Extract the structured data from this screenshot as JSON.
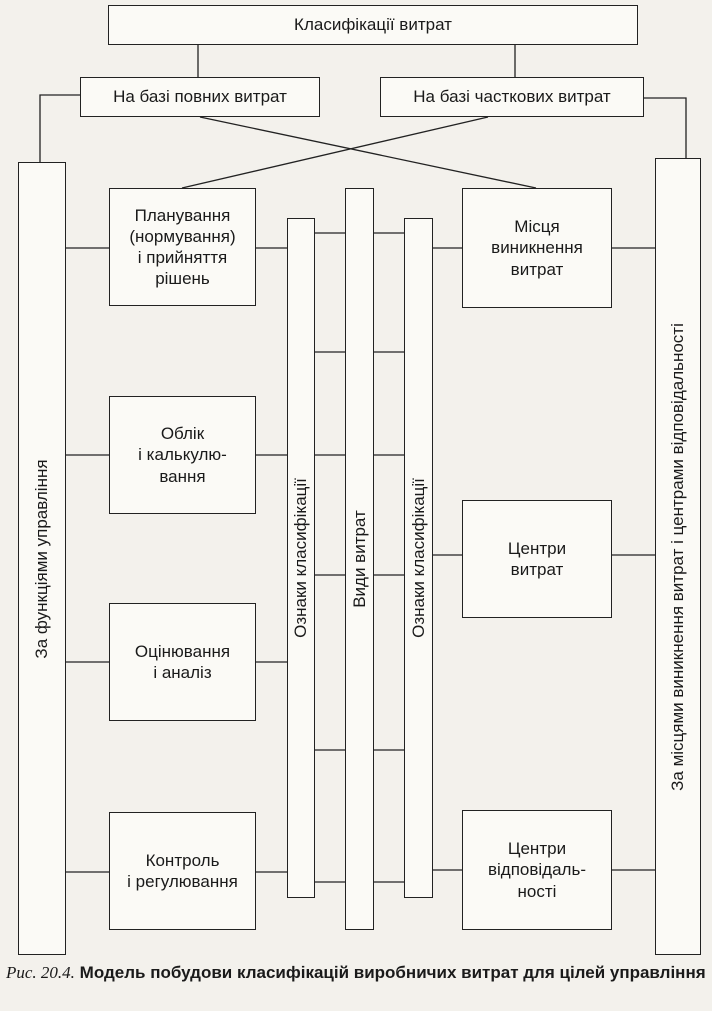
{
  "top": {
    "title": "Класифікації витрат"
  },
  "bases": {
    "full": "На базі повних витрат",
    "partial": "На базі часткових витрат"
  },
  "left_column": "За функціями управління",
  "right_column": "За місцями виникнення витрат і центрами відповідальності",
  "functions": [
    "Планування\n(нормування)\nі прийняття\nрішень",
    "Облік\nі калькулю-\nвання",
    "Оцінювання\nі аналіз",
    "Контроль\nі регулювання"
  ],
  "middle_bars": {
    "left": "Ознаки класифікації",
    "center": "Види витрат",
    "right": "Ознаки класифікації"
  },
  "places": [
    "Місця\nвиникнення\nвитрат",
    "Центри\nвитрат",
    "Центри\nвідповідаль-\nності"
  ],
  "caption": {
    "lead": "Рис. 20.4.",
    "title": "Модель побудови класифікацій виробничих витрат для цілей управління"
  }
}
